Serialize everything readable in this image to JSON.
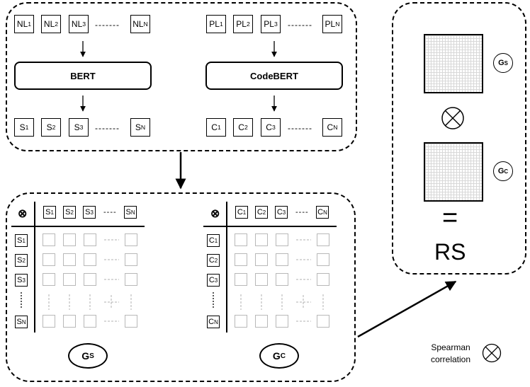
{
  "encoders": {
    "nl_tokens": [
      {
        "base": "NL",
        "sub": "1"
      },
      {
        "base": "NL",
        "sub": "2"
      },
      {
        "base": "NL",
        "sub": "3"
      },
      {
        "base": "NL",
        "sub": "N"
      }
    ],
    "pl_tokens": [
      {
        "base": "PL",
        "sub": "1"
      },
      {
        "base": "PL",
        "sub": "2"
      },
      {
        "base": "PL",
        "sub": "3"
      },
      {
        "base": "PL",
        "sub": "N"
      }
    ],
    "bert_label": "BERT",
    "codebert_label": "CodeBERT",
    "s_tokens": [
      {
        "base": "S",
        "sub": "1"
      },
      {
        "base": "S",
        "sub": "2"
      },
      {
        "base": "S",
        "sub": "3"
      },
      {
        "base": "S",
        "sub": "N"
      }
    ],
    "c_tokens": [
      {
        "base": "C",
        "sub": "1"
      },
      {
        "base": "C",
        "sub": "2"
      },
      {
        "base": "C",
        "sub": "3"
      },
      {
        "base": "C",
        "sub": "N"
      }
    ],
    "ellipsis": "-------"
  },
  "matrices": {
    "otimes": "⊗",
    "dash_short": "----",
    "gs_label": {
      "base": "G",
      "sub": "S"
    },
    "gc_label": {
      "base": "G",
      "sub": "C"
    }
  },
  "result": {
    "gs_label": {
      "base": "G",
      "sub": "S"
    },
    "gc_label": {
      "base": "G",
      "sub": "C"
    },
    "equals": "=",
    "rs_label": "RS"
  },
  "legend": {
    "text_line1": "Spearman",
    "text_line2": "correlation"
  }
}
